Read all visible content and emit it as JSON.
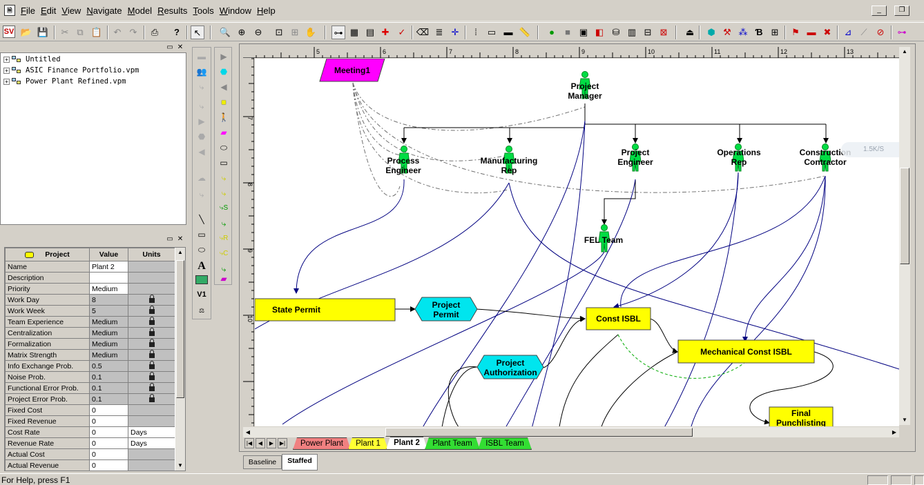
{
  "app": {
    "icon_text": "SV"
  },
  "menu": [
    "File",
    "Edit",
    "View",
    "Navigate",
    "Model",
    "Results",
    "Tools",
    "Window",
    "Help"
  ],
  "tree": {
    "items": [
      "Untitled",
      "ASIC Finance Portfolio.vpm",
      "Power Plant Refined.vpm"
    ]
  },
  "props": {
    "headers": {
      "name": "Project",
      "value": "Value",
      "units": "Units"
    },
    "rows": [
      {
        "name": "Name",
        "value": "Plant 2",
        "units": "",
        "lock": false
      },
      {
        "name": "Description",
        "value": "",
        "units": "",
        "lock": false
      },
      {
        "name": "Priority",
        "value": "Medium",
        "units": "",
        "lock": false
      },
      {
        "name": "Work Day",
        "value": "8",
        "units": "",
        "lock": true
      },
      {
        "name": "Work Week",
        "value": "5",
        "units": "",
        "lock": true
      },
      {
        "name": "Team Experience",
        "value": "Medium",
        "units": "",
        "lock": true
      },
      {
        "name": "Centralization",
        "value": "Medium",
        "units": "",
        "lock": true
      },
      {
        "name": "Formalization",
        "value": "Medium",
        "units": "",
        "lock": true
      },
      {
        "name": "Matrix Strength",
        "value": "Medium",
        "units": "",
        "lock": true
      },
      {
        "name": "Info Exchange Prob.",
        "value": "0.5",
        "units": "",
        "lock": true
      },
      {
        "name": "Noise Prob.",
        "value": "0.1",
        "units": "",
        "lock": true
      },
      {
        "name": "Functional Error Prob.",
        "value": "0.1",
        "units": "",
        "lock": true
      },
      {
        "name": "Project Error Prob.",
        "value": "0.1",
        "units": "",
        "lock": true
      },
      {
        "name": "Fixed Cost",
        "value": "0",
        "units": "",
        "lock": false
      },
      {
        "name": "Fixed Revenue",
        "value": "0",
        "units": "",
        "lock": false
      },
      {
        "name": "Cost Rate",
        "value": "0",
        "units": "Days",
        "lock": false
      },
      {
        "name": "Revenue Rate",
        "value": "0",
        "units": "Days",
        "lock": false
      },
      {
        "name": "Actual Cost",
        "value": "0",
        "units": "",
        "lock": false
      },
      {
        "name": "Actual Revenue",
        "value": "0",
        "units": "",
        "lock": false
      }
    ]
  },
  "ruler": {
    "top": [
      "5",
      "6",
      "7",
      "8",
      "9",
      "10",
      "11",
      "12",
      "13"
    ],
    "left": [
      "7",
      "8",
      "9",
      "10"
    ]
  },
  "diagram": {
    "meeting": "Meeting1",
    "actors": {
      "project_manager": [
        "Project",
        "Manager"
      ],
      "process_engineer": [
        "Process",
        "Engineer"
      ],
      "manufacturing_rep": [
        "Manufacturing",
        "Rep"
      ],
      "project_engineer": [
        "Project",
        "Engineer"
      ],
      "operations_rep": [
        "Operations",
        "Rep"
      ],
      "construction_contractor": [
        "Construction",
        "Contractor"
      ],
      "fel_team": [
        "FEL Team"
      ]
    },
    "tasks": {
      "state_permit": "State Permit",
      "const_isbl": "Const ISBL",
      "mechanical_const_isbl": "Mechanical Const ISBL",
      "final_punchlisting": "Final Punchlisting"
    },
    "milestones": {
      "project_permit": [
        "Project",
        "Permit"
      ],
      "project_authorization": [
        "Project",
        "Authorization"
      ]
    },
    "colors": {
      "task": "#ffff00",
      "milestone": "#00e5ee",
      "meeting": "#ff00ff",
      "actor": "#00cc33",
      "link": "#000080"
    }
  },
  "sheet_tabs": [
    {
      "label": "Power Plant",
      "color": "#f08080"
    },
    {
      "label": "Plant 1",
      "color": "#ffff33"
    },
    {
      "label": "Plant 2",
      "color": "#ffffff"
    },
    {
      "label": "Plant Team",
      "color": "#33dd33"
    },
    {
      "label": "ISBL Team",
      "color": "#33dd33"
    }
  ],
  "view_tabs": [
    "Baseline",
    "Staffed"
  ],
  "status": {
    "text": "For Help, press F1"
  },
  "speed_badge": "1.5K/S"
}
